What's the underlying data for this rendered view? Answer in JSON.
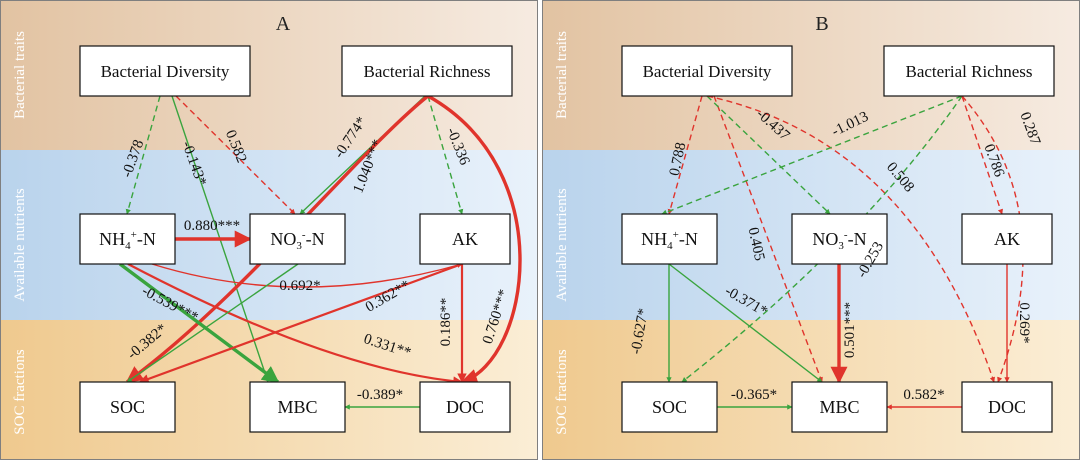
{
  "bands": [
    {
      "id": "traits",
      "label": "Bacterial traits",
      "color_left": "#e2c3a2",
      "color_right": "#f6ebe1"
    },
    {
      "id": "nutrients",
      "label": "Available nutrients",
      "color_left": "#b9d3ec",
      "color_right": "#e9f2fb"
    },
    {
      "id": "soc",
      "label": "SOC fractions",
      "color_left": "#efc98e",
      "color_right": "#fbeed6"
    }
  ],
  "colors": {
    "positive": "#e0342c",
    "negative": "#3aa43e",
    "border": "#7f7f7f"
  },
  "panels": [
    {
      "id": "A",
      "title": "A",
      "nodes": {
        "bd": {
          "text": "Bacterial Diversity"
        },
        "br": {
          "text": "Bacterial Richness"
        },
        "nh4": {
          "base": "NH",
          "sub": "4",
          "sup": "+",
          "tail": "-N"
        },
        "no3": {
          "base": "NO",
          "sub": "3",
          "sup": "-",
          "tail": "-N"
        },
        "ak": {
          "text": "AK"
        },
        "soc": {
          "text": "SOC"
        },
        "mbc": {
          "text": "MBC"
        },
        "doc": {
          "text": "DOC"
        }
      },
      "edges": [
        {
          "from": "bd",
          "to": "nh4",
          "sign": "neg",
          "style": "dashed",
          "weight": 1,
          "label": "-0.378"
        },
        {
          "from": "bd",
          "to": "mbc",
          "sign": "neg",
          "style": "solid",
          "weight": 1,
          "label": "-0.143*"
        },
        {
          "from": "bd",
          "to": "no3",
          "sign": "pos",
          "style": "dashed",
          "weight": 1,
          "label": "0.582"
        },
        {
          "from": "br",
          "to": "no3",
          "sign": "neg",
          "style": "solid",
          "weight": 1,
          "label": "-0.774*"
        },
        {
          "from": "br",
          "to": "ak",
          "sign": "neg",
          "style": "dashed",
          "weight": 1,
          "label": "-0.336"
        },
        {
          "from": "br",
          "to": "soc",
          "sign": "pos",
          "style": "solid",
          "weight": 3,
          "label": "1.040***"
        },
        {
          "from": "br",
          "to": "doc",
          "sign": "pos",
          "style": "solid",
          "weight": 3,
          "label": ""
        },
        {
          "from": "nh4",
          "to": "no3",
          "sign": "pos",
          "style": "solid",
          "weight": 3,
          "label": "0.880***"
        },
        {
          "from": "nh4",
          "to": "ak",
          "sign": "pos",
          "style": "solid",
          "weight": 1,
          "label": "0.692*"
        },
        {
          "from": "nh4",
          "to": "mbc",
          "sign": "neg",
          "style": "solid",
          "weight": 3,
          "label": "-0.539***"
        },
        {
          "from": "nh4",
          "to": "doc",
          "sign": "pos",
          "style": "solid",
          "weight": 2,
          "label": "0.331**"
        },
        {
          "from": "no3",
          "to": "soc",
          "sign": "neg",
          "style": "solid",
          "weight": 1,
          "label": "-0.382*"
        },
        {
          "from": "ak",
          "to": "soc",
          "sign": "pos",
          "style": "solid",
          "weight": 2,
          "label": "0.362**"
        },
        {
          "from": "ak",
          "to": "doc",
          "sign": "pos",
          "style": "solid",
          "weight": 2,
          "label": "0.186**"
        },
        {
          "from": "doc",
          "to": "mbc",
          "sign": "neg",
          "style": "solid",
          "weight": 1,
          "label": "-0.389*"
        },
        {
          "from": "br",
          "to": "doc_outer",
          "sign": "pos",
          "style": "solid",
          "weight": 3,
          "label": "0.760***"
        }
      ]
    },
    {
      "id": "B",
      "title": "B",
      "nodes": {
        "bd": {
          "text": "Bacterial Diversity"
        },
        "br": {
          "text": "Bacterial Richness"
        },
        "nh4": {
          "base": "NH",
          "sub": "4",
          "sup": "+",
          "tail": "-N"
        },
        "no3": {
          "base": "NO",
          "sub": "3",
          "sup": "-",
          "tail": "-N"
        },
        "ak": {
          "text": "AK"
        },
        "soc": {
          "text": "SOC"
        },
        "mbc": {
          "text": "MBC"
        },
        "doc": {
          "text": "DOC"
        }
      },
      "edges": [
        {
          "from": "bd",
          "to": "nh4",
          "sign": "pos",
          "style": "dashed",
          "weight": 1,
          "label": "0.788"
        },
        {
          "from": "bd",
          "to": "mbc",
          "sign": "pos",
          "style": "dashed",
          "weight": 1,
          "label": "0.405"
        },
        {
          "from": "bd",
          "to": "no3",
          "sign": "neg",
          "style": "dashed",
          "weight": 1,
          "label": "-0.437"
        },
        {
          "from": "bd",
          "to": "doc",
          "sign": "pos",
          "style": "dashed",
          "weight": 1,
          "label": "0.508"
        },
        {
          "from": "br",
          "to": "nh4",
          "sign": "neg",
          "style": "dashed",
          "weight": 1,
          "label": "-1.013"
        },
        {
          "from": "br",
          "to": "soc",
          "sign": "neg",
          "style": "dashed",
          "weight": 1,
          "label": "-0.253"
        },
        {
          "from": "br",
          "to": "ak",
          "sign": "pos",
          "style": "dashed",
          "weight": 1,
          "label": "0.786"
        },
        {
          "from": "br",
          "to": "doc",
          "sign": "pos",
          "style": "dashed",
          "weight": 1,
          "label": "0.287"
        },
        {
          "from": "nh4",
          "to": "soc",
          "sign": "neg",
          "style": "solid",
          "weight": 1,
          "label": "-0.627*"
        },
        {
          "from": "nh4",
          "to": "mbc",
          "sign": "neg",
          "style": "solid",
          "weight": 1,
          "label": "-0.371*"
        },
        {
          "from": "no3",
          "to": "mbc",
          "sign": "pos",
          "style": "solid",
          "weight": 3,
          "label": "0.501***"
        },
        {
          "from": "ak",
          "to": "doc",
          "sign": "pos",
          "style": "solid",
          "weight": 1,
          "label": "0.269*"
        },
        {
          "from": "soc",
          "to": "mbc",
          "sign": "neg",
          "style": "solid",
          "weight": 1,
          "label": "-0.365*"
        },
        {
          "from": "doc",
          "to": "mbc",
          "sign": "pos",
          "style": "solid",
          "weight": 1,
          "label": "0.582*"
        }
      ]
    }
  ]
}
